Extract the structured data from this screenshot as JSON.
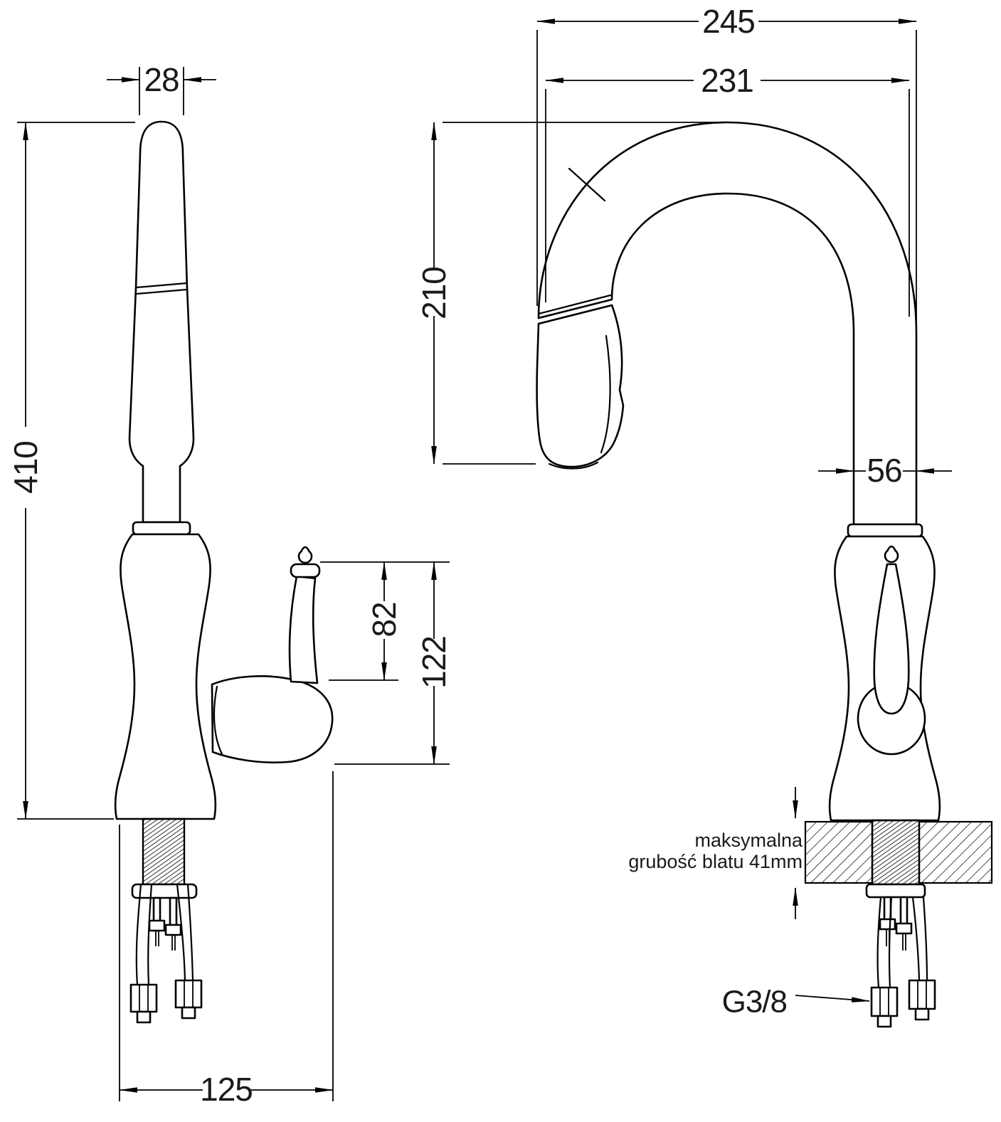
{
  "page": {
    "background": "#ffffff",
    "line_color": "#000000",
    "description": "Technical dimension drawing of a kitchen pull-out faucet, two views"
  },
  "side_view": {
    "dim_spout_top_width": "28",
    "dim_total_height": "410",
    "dim_handle_upper": "82",
    "dim_handle_total": "122",
    "dim_base_offset": "125"
  },
  "front_view": {
    "dim_overall_width": "245",
    "dim_spout_reach": "231",
    "dim_spout_height": "210",
    "dim_column_width": "56",
    "counter_note_line1": "maksymalna",
    "counter_note_line2": "grubość blatu 41mm",
    "thread_size": "G3/8"
  }
}
